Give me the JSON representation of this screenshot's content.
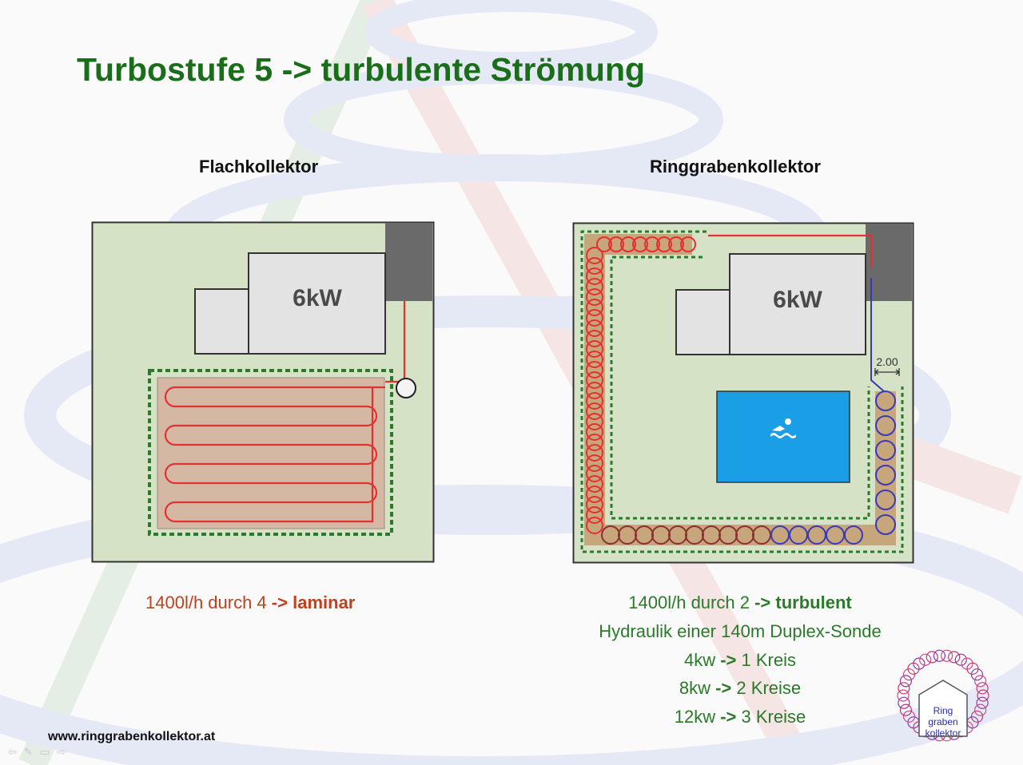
{
  "slide": {
    "title": "Turbostufe 5 -> turbulente Strömung",
    "left_heading": "Flachkollektor",
    "right_heading": "Ringgrabenkollektor",
    "power_label_left": "6kW",
    "power_label_right": "6kW",
    "dimension_label": "2.00",
    "left_caption": {
      "text": "1400l/h durch 4",
      "arrow": "->",
      "emphasis": "laminar"
    },
    "right_caption_line1": {
      "text": "1400l/h durch 2",
      "arrow": "->",
      "emphasis": "turbulent"
    },
    "right_caption_line2": "Hydraulik einer 140m Duplex-Sonde",
    "kreise": [
      {
        "power": "4kw",
        "arrow": "->",
        "result": "1 Kreis"
      },
      {
        "power": "8kw",
        "arrow": "->",
        "result": "2 Kreise"
      },
      {
        "power": "12kw",
        "arrow": "->",
        "result": "3 Kreise"
      }
    ],
    "website": "www.ringgrabenkollektor.at",
    "logo": {
      "line1": "Ring",
      "line2": "graben",
      "line3": "kollektor"
    }
  },
  "icons": [
    "swimmer-icon",
    "nav-prev-icon",
    "pen-icon",
    "slides-icon",
    "nav-next-icon"
  ],
  "colors": {
    "title": "#1a6e1a",
    "laminar": "#c0411e",
    "turbulent_text": "#2a7a2a",
    "lawn": "#d6e2c5",
    "soil": "#d4b8a4",
    "trench": "#c8a67c",
    "pipe_red": "#e53030",
    "pipe_blue": "#3a3ab8",
    "pool": "#1a9fe6",
    "hedge": "#2a7a2a",
    "building": "#e3e3e3",
    "wall": "#6a6a6a"
  }
}
